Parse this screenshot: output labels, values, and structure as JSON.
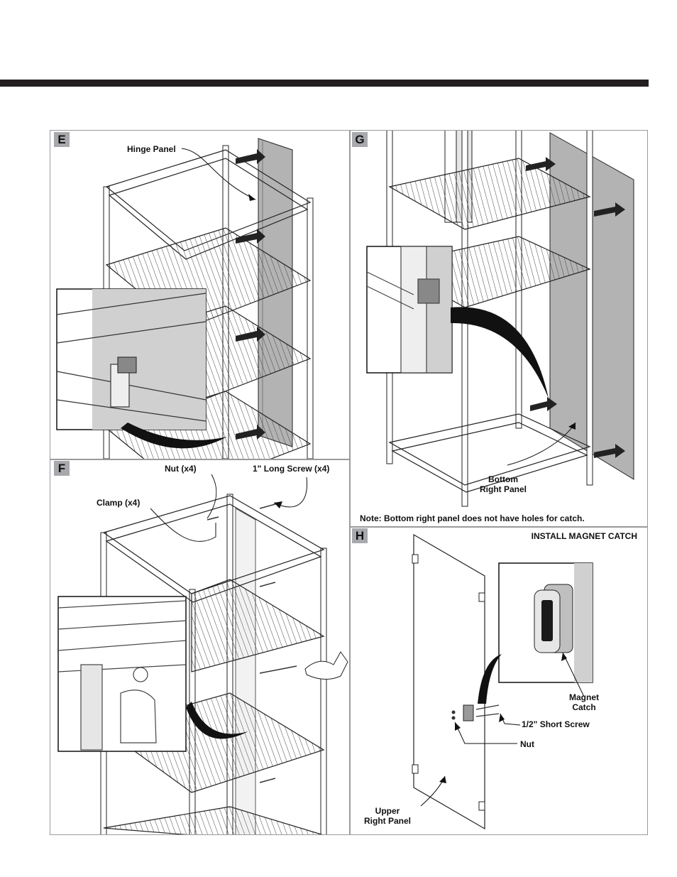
{
  "panels": {
    "E": {
      "letter": "E",
      "labels": {
        "hinge_panel": "Hinge Panel"
      }
    },
    "F": {
      "letter": "F",
      "labels": {
        "nut": "Nut (x4)",
        "long_screw": "1\" Long Screw (x4)",
        "clamp": "Clamp (x4)"
      }
    },
    "G": {
      "letter": "G",
      "labels": {
        "bottom_right_panel_1": "Bottom",
        "bottom_right_panel_2": "Right Panel"
      },
      "note": "Note:  Bottom right panel does not have holes for catch."
    },
    "H": {
      "letter": "H",
      "title": "INSTALL MAGNET CATCH",
      "labels": {
        "magnet_catch_1": "Magnet",
        "magnet_catch_2": "Catch",
        "short_screw": "1/2\" Short Screw",
        "nut": "Nut",
        "upper_right_panel_1": "Upper",
        "upper_right_panel_2": "Right Panel"
      }
    }
  },
  "colors": {
    "bar": "#231f20",
    "badge": "#a7a9ac",
    "panel_fill": "#b3b3b3",
    "line": "#1a1a1a"
  }
}
